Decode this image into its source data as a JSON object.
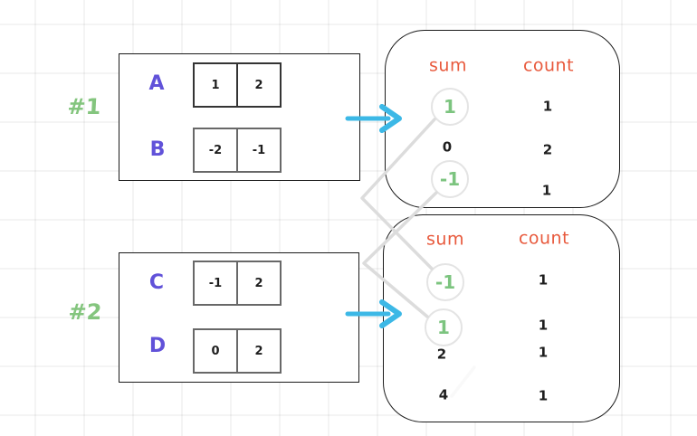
{
  "groups": [
    {
      "label": "#1",
      "input_box": {
        "rows": [
          {
            "name": "A",
            "cells": [
              "1",
              "2"
            ]
          },
          {
            "name": "B",
            "cells": [
              "-2",
              "-1"
            ]
          }
        ]
      },
      "result_table": {
        "headers": {
          "sum": "sum",
          "count": "count"
        },
        "rows": [
          {
            "sum": "1",
            "count": "1",
            "highlighted": true
          },
          {
            "sum": "0",
            "count": "2",
            "highlighted": false
          },
          {
            "sum": "-1",
            "count": "1",
            "highlighted": true
          }
        ]
      }
    },
    {
      "label": "#2",
      "input_box": {
        "rows": [
          {
            "name": "C",
            "cells": [
              "-1",
              "2"
            ]
          },
          {
            "name": "D",
            "cells": [
              "0",
              "2"
            ]
          }
        ]
      },
      "result_table": {
        "headers": {
          "sum": "sum",
          "count": "count"
        },
        "rows": [
          {
            "sum": "-1",
            "count": "1",
            "highlighted": true
          },
          {
            "sum": "1",
            "count": "1",
            "highlighted": true
          },
          {
            "sum": "2",
            "count": "1",
            "highlighted": false
          },
          {
            "sum": "4",
            "count": "1",
            "highlighted": false
          }
        ]
      }
    }
  ],
  "connections": [
    {
      "from": "group1-sum-1",
      "to": "group2-sum--1"
    },
    {
      "from": "group1-sum--1",
      "to": "group2-sum-1"
    }
  ],
  "colors": {
    "row_letter": "#6152d9",
    "group_label": "#84c57e",
    "table_header": "#e8593c",
    "highlight_number": "#7cc47f",
    "arrow": "#3cb8e6",
    "connector": "#dcdcdc",
    "highlight_circle_border": "#e4e4e4",
    "shape_border": "#1b1b1b"
  }
}
